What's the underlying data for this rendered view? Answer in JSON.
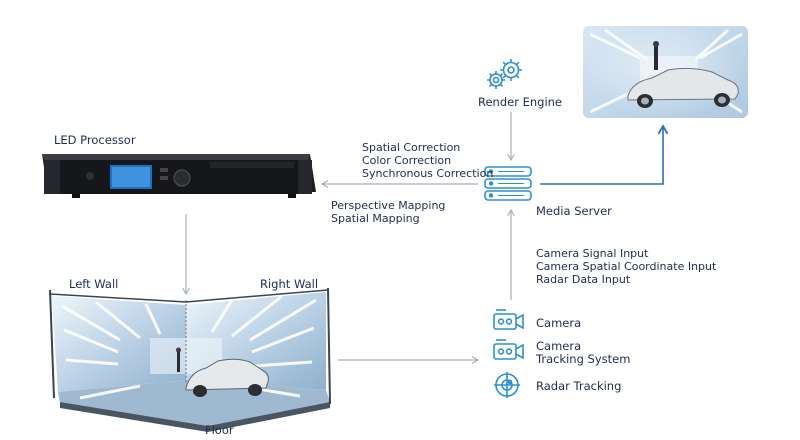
{
  "colors": {
    "accent": "#2e8fd6",
    "text": "#1f2d4d",
    "arrow_gray": "#a9aeb6",
    "arrow_blue": "#2f6fb0",
    "tunnel_light": "#dbe9f5",
    "tunnel_shadow": "#7e9bb8"
  },
  "nodes": {
    "render_engine": {
      "label": "Render Engine",
      "icon": "gears-icon"
    },
    "led_processor": {
      "label": "LED Processor"
    },
    "media_server": {
      "label": "Media Server",
      "icon": "server-stack-icon"
    },
    "left_wall": {
      "label": "Left Wall"
    },
    "right_wall": {
      "label": "Right Wall"
    },
    "floor": {
      "label": "Floor"
    },
    "camera": {
      "label": "Camera",
      "icon": "video-camera-icon"
    },
    "tracking_system": {
      "label_line1": "Camera",
      "label_line2": "Tracking System",
      "icon": "video-camera-icon"
    },
    "radar_tracking": {
      "label": "Radar Tracking",
      "icon": "radar-target-icon"
    }
  },
  "edges": {
    "server_to_processor": [
      "Spatial Correction",
      "Color Correction",
      "Synchronous Correction"
    ],
    "processor_mapping": [
      "Perspective Mapping",
      "Spatial Mapping"
    ],
    "inputs_to_server": [
      "Camera Signal Input",
      "Camera Spatial Coordinate Input",
      "Radar Data Input"
    ]
  }
}
